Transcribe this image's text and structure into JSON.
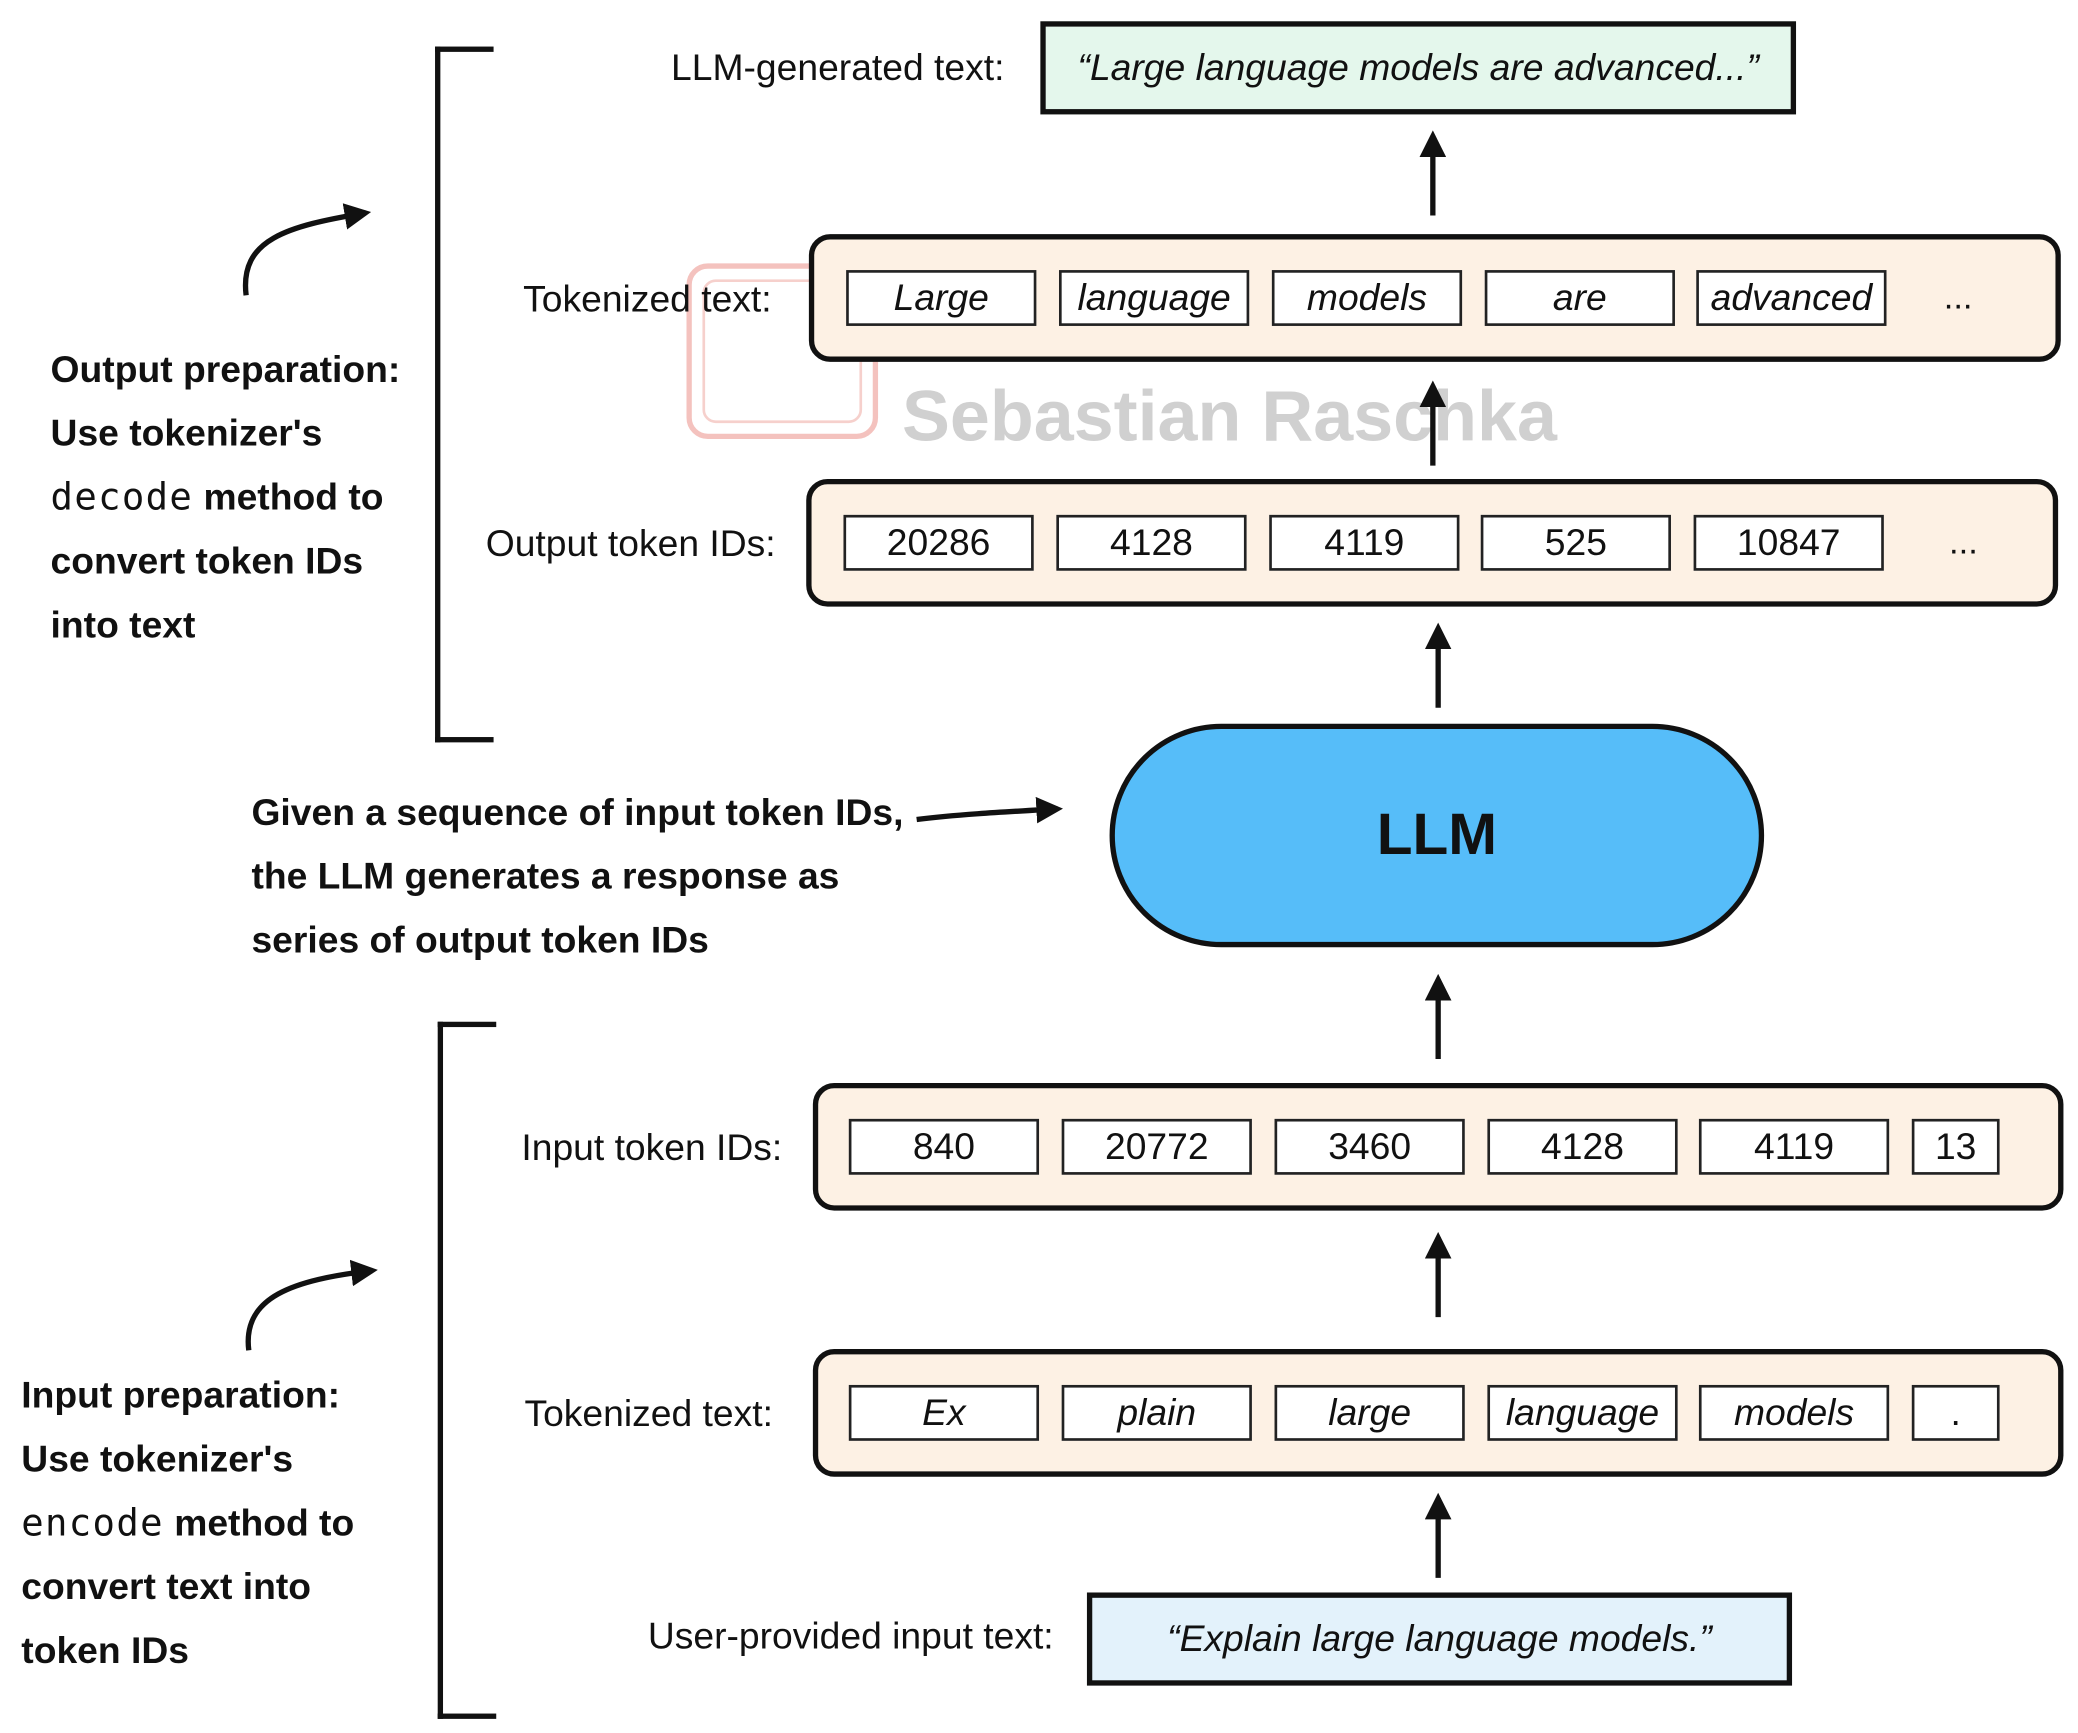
{
  "labels": {
    "llm_generated_text": "LLM-generated text:",
    "tokenized_text_output": "Tokenized text:",
    "output_token_ids": "Output token IDs:",
    "input_token_ids": "Input token IDs:",
    "tokenized_text_input": "Tokenized text:",
    "user_input_text": "User-provided input text:"
  },
  "generated_text": "“Large language models are advanced...”",
  "user_text": "“Explain large language models.”",
  "output_tokens": [
    "Large",
    "language",
    "models",
    "are",
    "advanced"
  ],
  "output_ids": [
    "20286",
    "4128",
    "4119",
    "525",
    "10847"
  ],
  "input_ids": [
    "840",
    "20772",
    "3460",
    "4128",
    "4119",
    "13"
  ],
  "input_tokens": [
    "Ex",
    "plain",
    "large",
    "language",
    "models",
    "."
  ],
  "ellipsis": "...",
  "llm_label": "LLM",
  "notes": {
    "output_prep": {
      "line1": "Output preparation:",
      "line2": "Use tokenizer's",
      "method": "decode",
      "line3_rest": " method to",
      "line4": "convert token IDs",
      "line5": "into text"
    },
    "llm_desc": {
      "line1": "Given a sequence of input token IDs,",
      "line2": "the LLM generates a response as",
      "line3": "series of output token IDs"
    },
    "input_prep": {
      "line1": "Input preparation:",
      "line2": "Use tokenizer's",
      "method": "encode",
      "line3_rest": " method to",
      "line4": "convert text into",
      "line5": "token IDs"
    }
  },
  "watermark": "Sebastian Raschka",
  "colors": {
    "llm_fill": "#56bdf9",
    "row_fill": "#fdf1e4",
    "generated_fill": "#e4f7ec",
    "user_fill": "#e3f2fb",
    "stroke": "#111111"
  }
}
